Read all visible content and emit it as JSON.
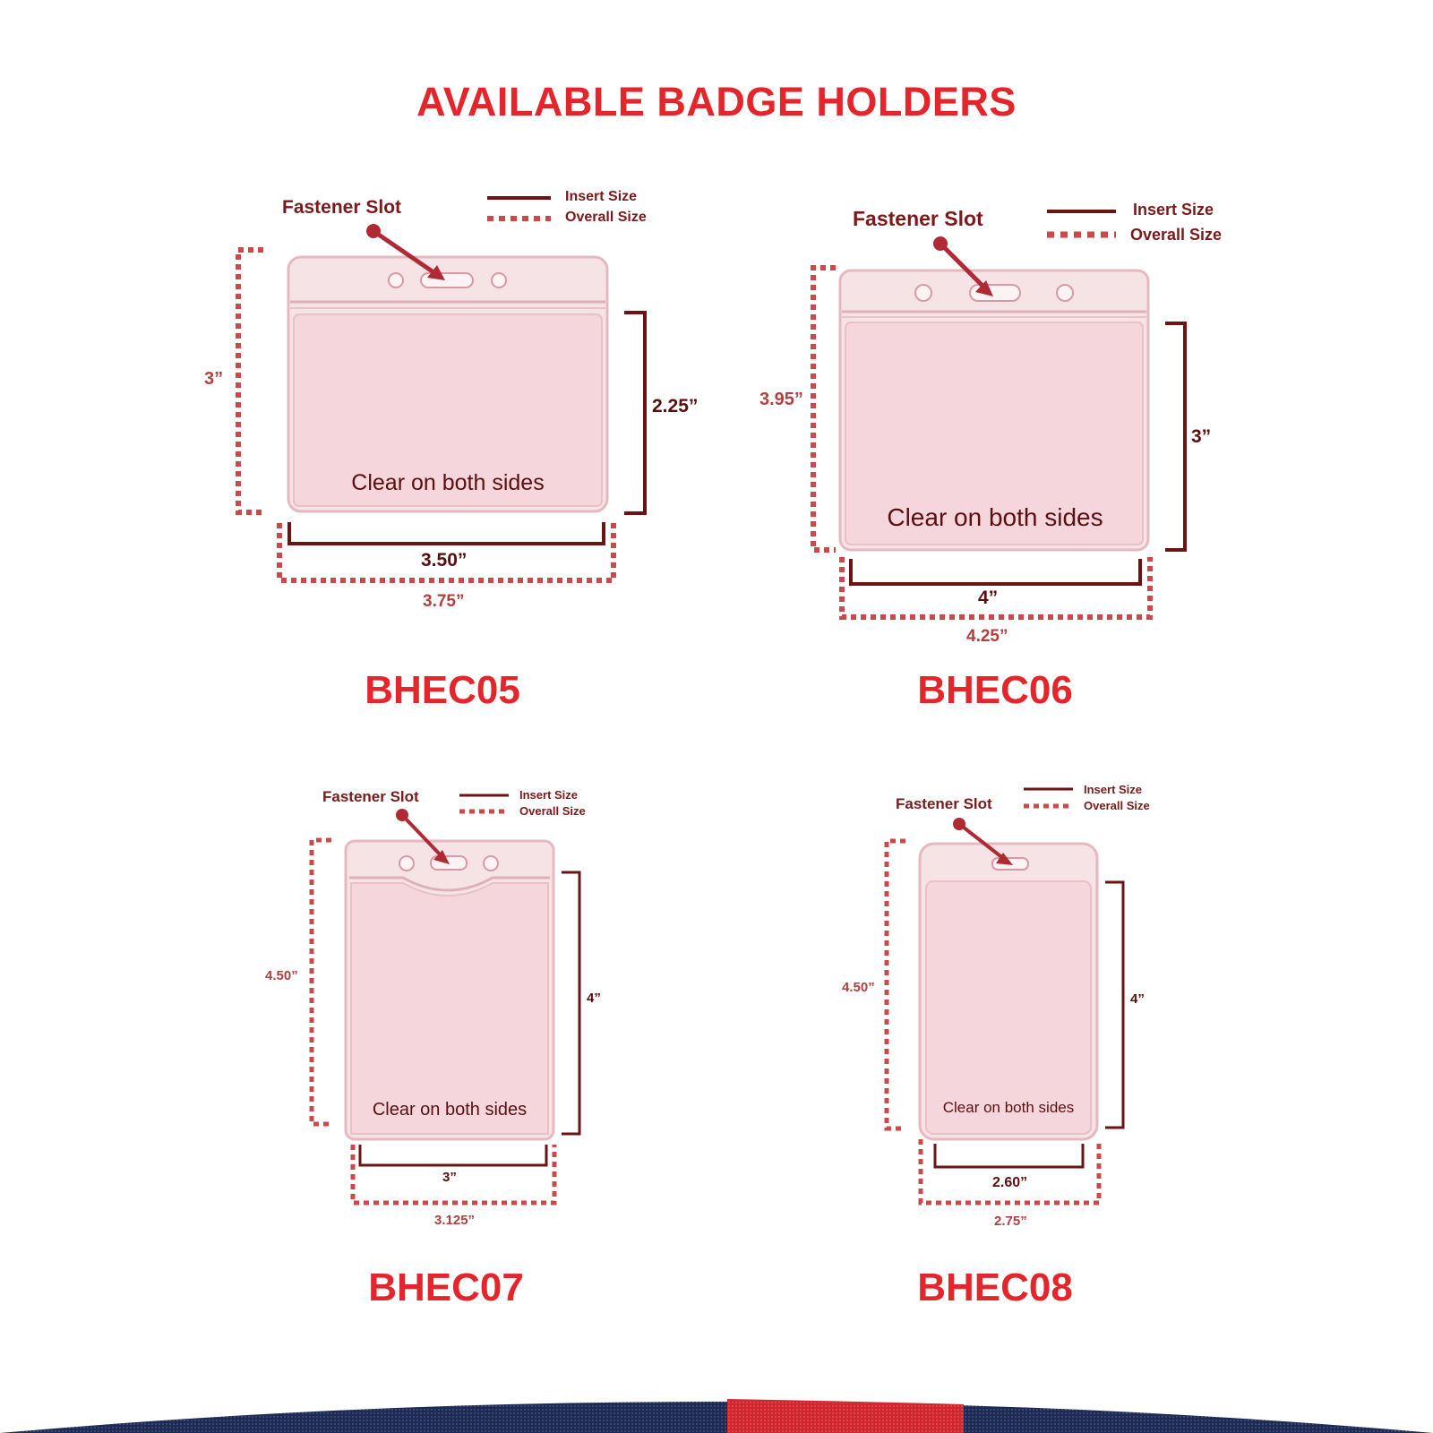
{
  "title": "AVAILABLE BADGE HOLDERS",
  "legend": {
    "insert": "Insert Size",
    "overall": "Overall Size"
  },
  "labels": {
    "fastener": "Fastener Slot",
    "clear": "Clear on both sides"
  },
  "colors": {
    "title_red": "#e3262b",
    "line_dark": "#6b1414",
    "dotted": "#c84a4a",
    "holder_fill": "#f6e3e6",
    "band_navy": "#1d2a55",
    "band_red": "#d0282e"
  },
  "holders": [
    {
      "model": "BHEC05",
      "overall_height": "3”",
      "insert_height": "2.25”",
      "insert_width": "3.50”",
      "overall_width": "3.75”"
    },
    {
      "model": "BHEC06",
      "overall_height": "3.95”",
      "insert_height": "3”",
      "insert_width": "4”",
      "overall_width": "4.25”"
    },
    {
      "model": "BHEC07",
      "overall_height": "4.50”",
      "insert_height": "4”",
      "insert_width": "3”",
      "overall_width": "3.125”"
    },
    {
      "model": "BHEC08",
      "overall_height": "4.50”",
      "insert_height": "4”",
      "insert_width": "2.60”",
      "overall_width": "2.75”"
    }
  ]
}
